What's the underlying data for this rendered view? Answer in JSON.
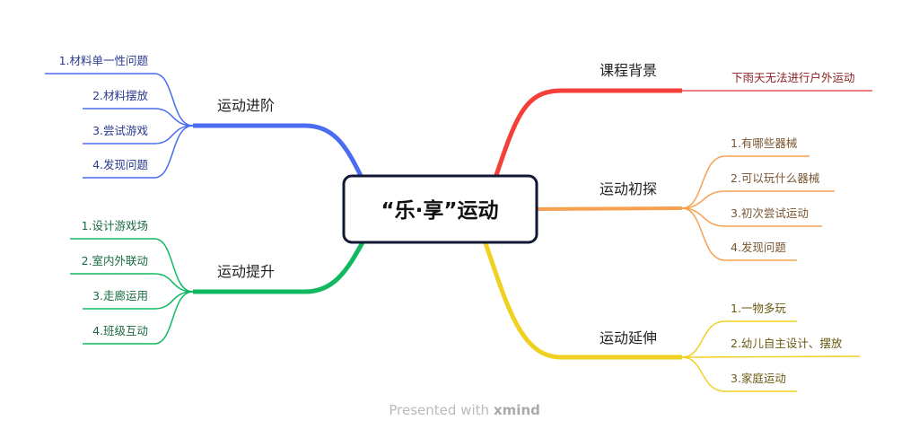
{
  "central": "“乐·享”运动",
  "colors": {
    "red": "#f5403a",
    "orange": "#f7a050",
    "yellow": "#f0d020",
    "blue": "#4a6cf0",
    "green": "#10b860"
  },
  "branches": {
    "background": {
      "label": "课程背景",
      "children": [
        "下雨天无法进行户外运动"
      ]
    },
    "explore": {
      "label": "运动初探",
      "children": [
        "1.有哪些器械",
        "2.可以玩什么器械",
        "3.初次尝试运动",
        "4.发现问题"
      ]
    },
    "extend": {
      "label": "运动延伸",
      "children": [
        "1.一物多玩",
        "2.幼儿自主设计、摆放",
        "3.家庭运动"
      ]
    },
    "advance": {
      "label": "运动进阶",
      "children": [
        "1.材料单一性问题",
        "2.材料摆放",
        "3.尝试游戏",
        "4.发现问题"
      ]
    },
    "improve": {
      "label": "运动提升",
      "children": [
        "1.设计游戏场",
        "2.室内外联动",
        "3.走廊运用",
        "4.班级互动"
      ]
    }
  },
  "footer": {
    "prefix": "Presented with",
    "brand": "xmind"
  }
}
